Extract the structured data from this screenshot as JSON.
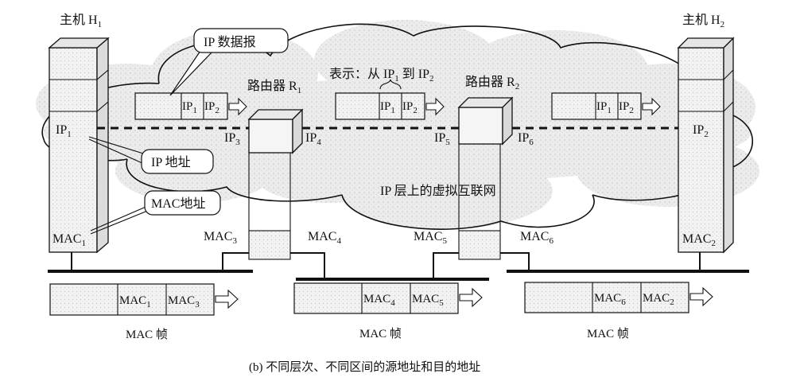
{
  "hosts": {
    "h1": {
      "label": "主机 H",
      "sub": "1",
      "ip": "IP",
      "ip_sub": "1",
      "mac": "MAC",
      "mac_sub": "1"
    },
    "h2": {
      "label": "主机 H",
      "sub": "2",
      "ip": "IP",
      "ip_sub": "2",
      "mac": "MAC",
      "mac_sub": "2"
    }
  },
  "routers": {
    "r1": {
      "label": "路由器 R",
      "sub": "1",
      "ip_left": "IP",
      "ip_left_sub": "3",
      "ip_right": "IP",
      "ip_right_sub": "4",
      "mac_left": "MAC",
      "mac_left_sub": "3",
      "mac_right": "MAC",
      "mac_right_sub": "4"
    },
    "r2": {
      "label": "路由器 R",
      "sub": "2",
      "ip_left": "IP",
      "ip_left_sub": "5",
      "ip_right": "IP",
      "ip_right_sub": "6",
      "mac_left": "MAC",
      "mac_left_sub": "5",
      "mac_right": "MAC",
      "mac_right_sub": "6"
    }
  },
  "callouts": {
    "ip_datagram": "IP 数据报",
    "ip_address": "IP 地址",
    "mac_address": "MAC地址"
  },
  "annotation": {
    "prefix": "表示：从 IP",
    "sub1": "1",
    "mid": " 到 IP",
    "sub2": "2"
  },
  "cloud_label": "IP 层上的虚拟互联网",
  "ip_packets": [
    {
      "src": "IP",
      "src_sub": "1",
      "dst": "IP",
      "dst_sub": "2"
    },
    {
      "src": "IP",
      "src_sub": "1",
      "dst": "IP",
      "dst_sub": "2"
    },
    {
      "src": "IP",
      "src_sub": "1",
      "dst": "IP",
      "dst_sub": "2"
    }
  ],
  "mac_frames": [
    {
      "src": "MAC",
      "src_sub": "1",
      "dst": "MAC",
      "dst_sub": "3",
      "caption": "MAC 帧"
    },
    {
      "src": "MAC",
      "src_sub": "4",
      "dst": "MAC",
      "dst_sub": "5",
      "caption": "MAC 帧"
    },
    {
      "src": "MAC",
      "src_sub": "6",
      "dst": "MAC",
      "dst_sub": "2",
      "caption": "MAC 帧"
    }
  ],
  "caption": "(b) 不同层次、不同区间的源地址和目的地址",
  "colors": {
    "ink": "#111111",
    "cloud_fill": "#ececec",
    "box_fill": "#f7f7f7",
    "host_fill": "#f2f2f2"
  }
}
